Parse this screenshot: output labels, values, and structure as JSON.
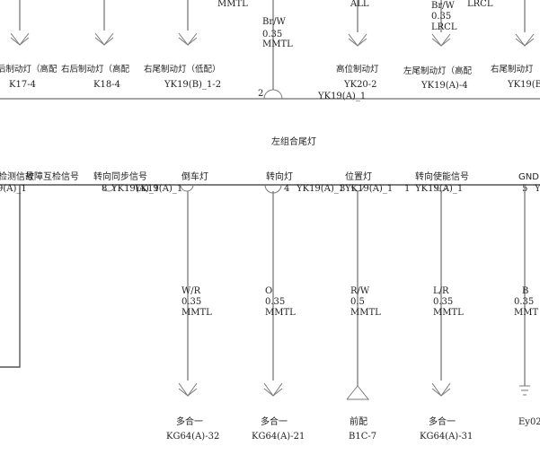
{
  "top": {
    "wire_mmtl_a": "MMTL",
    "wire_center_color": "Br/W",
    "wire_center_gauge": "0.35",
    "wire_center_mat": "MMTL",
    "all_label": "ALL",
    "wire_right_color": "Br/W",
    "wire_right_gauge": "0.35",
    "wire_right_mat": "LRCL",
    "lrcl_extra": "LRCL",
    "loads": [
      {
        "name": "后制动灯（高配",
        "code": "K17-4"
      },
      {
        "name": "右后制动灯（高配",
        "code": "K18-4"
      },
      {
        "name": "右尾制动灯（低配）",
        "code": "YK19(B)_1-2"
      },
      {
        "name": "高位制动灯",
        "code": "YK20-2"
      },
      {
        "name": "左尾制动灯（高配",
        "code": "YK19(A)-4"
      },
      {
        "name": "右尾制动灯",
        "code": "YK19(B"
      }
    ],
    "junction_pin": "2",
    "junction_conn": "YK19(A)_1"
  },
  "bottom": {
    "component_title": "左组合尾灯",
    "pins": [
      {
        "signal": "检测信号",
        "pin": "",
        "conn": "9(A)_1"
      },
      {
        "signal": "故障互检信号",
        "pin": "8",
        "conn": "YK19(A)_1"
      },
      {
        "signal": "转向同步信号",
        "pin": "",
        "conn": ""
      },
      {
        "signal": "倒车灯",
        "pin": "",
        "conn": "YK19(A)_1"
      },
      {
        "signal": "转向灯",
        "pin": "4",
        "conn": "YK19(A)_1"
      },
      {
        "signal": "位置灯",
        "pin": "3",
        "conn": "YK19(A)_1"
      },
      {
        "signal": "转向使能信号",
        "pin": "1",
        "conn": "YK19(A)_1"
      },
      {
        "signal": "GND",
        "pin": "5",
        "conn": "Y"
      }
    ],
    "wires": [
      {
        "color": "W/R",
        "gauge": "0.35",
        "mat": "MMTL",
        "name": "多合一",
        "code": "KG64(A)-32"
      },
      {
        "color": "O",
        "gauge": "0.35",
        "mat": "MMTL",
        "name": "多合一",
        "code": "KG64(A)-21"
      },
      {
        "color": "R/W",
        "gauge": "0.5",
        "mat": "MMTL",
        "name": "前配",
        "code": "B1C-7"
      },
      {
        "color": "L/R",
        "gauge": "0.35",
        "mat": "MMTL",
        "name": "多合一",
        "code": "KG64(A)-31"
      },
      {
        "color": "B",
        "gauge": "0.35",
        "mat": "MMT",
        "name": "",
        "code": "Ey02"
      }
    ]
  }
}
